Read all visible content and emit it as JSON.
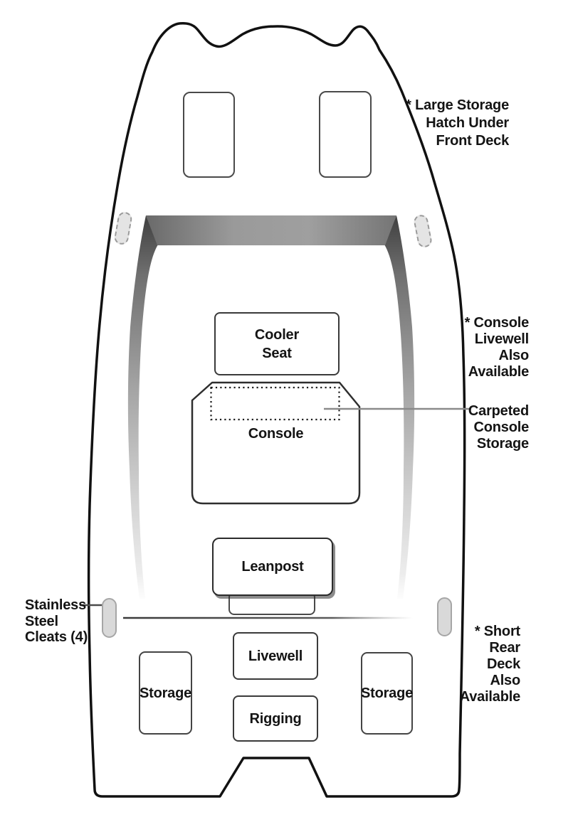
{
  "page": {
    "background": "#ffffff"
  },
  "colors": {
    "hull_outline": "#111111",
    "box_border": "#3a3a3a",
    "deck_band_dark": "#3f3f3f",
    "deck_band_mid": "#8e8e8e",
    "cleat_fill": "#d9d9d9",
    "cleat_border": "#a6a6a6",
    "text": "#141414",
    "leader_line": "#8a8a8a"
  },
  "boat": {
    "compartments": {
      "cooler_seat": {
        "line1": "Cooler",
        "line2": "Seat"
      },
      "console": {
        "label": "Console"
      },
      "leanpost": {
        "label": "Leanpost"
      },
      "livewell": {
        "label": "Livewell"
      },
      "rigging": {
        "label": "Rigging"
      },
      "storage_port": {
        "label": "Storage"
      },
      "storage_starboard": {
        "label": "Storage"
      }
    },
    "annotations": {
      "front_hatch": {
        "line1": "* Large Storage",
        "line2": "Hatch Under",
        "line3": "Front Deck"
      },
      "console_livewell": {
        "line1": "* Console",
        "line2": "Livewell",
        "line3": "Also",
        "line4": "Available"
      },
      "carpeted_storage": {
        "line1": "Carpeted",
        "line2": "Console",
        "line3": "Storage"
      },
      "cleats": {
        "line1": "Stainless",
        "line2": "Steel",
        "line3": "Cleats (4)"
      },
      "rear_deck": {
        "line1": "* Short",
        "line2": "Rear",
        "line3": "Deck",
        "line4": "Also",
        "line5": "Available"
      }
    }
  }
}
